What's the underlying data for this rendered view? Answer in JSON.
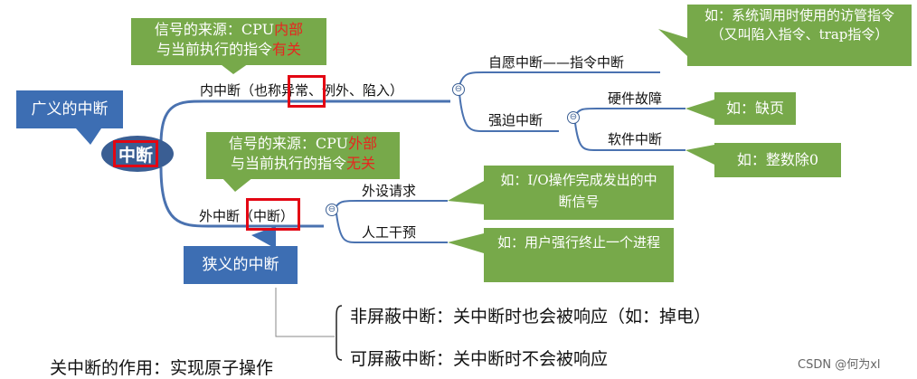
{
  "root": {
    "label": "中断"
  },
  "broad_label": "广义的中断",
  "narrow_label": "狭义的中断",
  "internal": {
    "label": "内中断（也称异常、例外、陷入）",
    "callout_line1_prefix": "信号的来源：CPU",
    "callout_line1_red": "内部",
    "callout_line2_prefix": "与当前执行的指令",
    "callout_line2_red": "有关",
    "voluntary": {
      "label": "自愿中断——指令中断",
      "note": "如：系统调用时使用的访管指令（又叫陷入指令、trap指令）"
    },
    "forced": {
      "label": "强迫中断",
      "hardware": {
        "label": "硬件故障",
        "note": "如：缺页"
      },
      "software": {
        "label": "软件中断",
        "note": "如：整数除0"
      }
    }
  },
  "external": {
    "label": "外中断（中断）",
    "callout_line1_prefix": "信号的来源：CPU",
    "callout_line1_red": "外部",
    "callout_line2_prefix": "与当前执行的指令",
    "callout_line2_red": "无关",
    "peripheral": {
      "label": "外设请求",
      "note": "如：I/O操作完成发出的中断信号"
    },
    "manual": {
      "label": "人工干预",
      "note": "如：用户强行终止一个进程"
    }
  },
  "bottom": {
    "close_interrupt": "关中断的作用：实现原子操作",
    "non_maskable": "非屏蔽中断：关中断时也会被响应（如：掉电）",
    "maskable": "可屏蔽中断：关中断时不会被响应"
  },
  "collapse_symbol": "⊖",
  "watermark": "CSDN @何为xl",
  "colors": {
    "callout_green": "#77a94a",
    "label_blue": "#3d6eb3",
    "line_blue": "#4a72b0",
    "highlight_red": "#e30613"
  }
}
